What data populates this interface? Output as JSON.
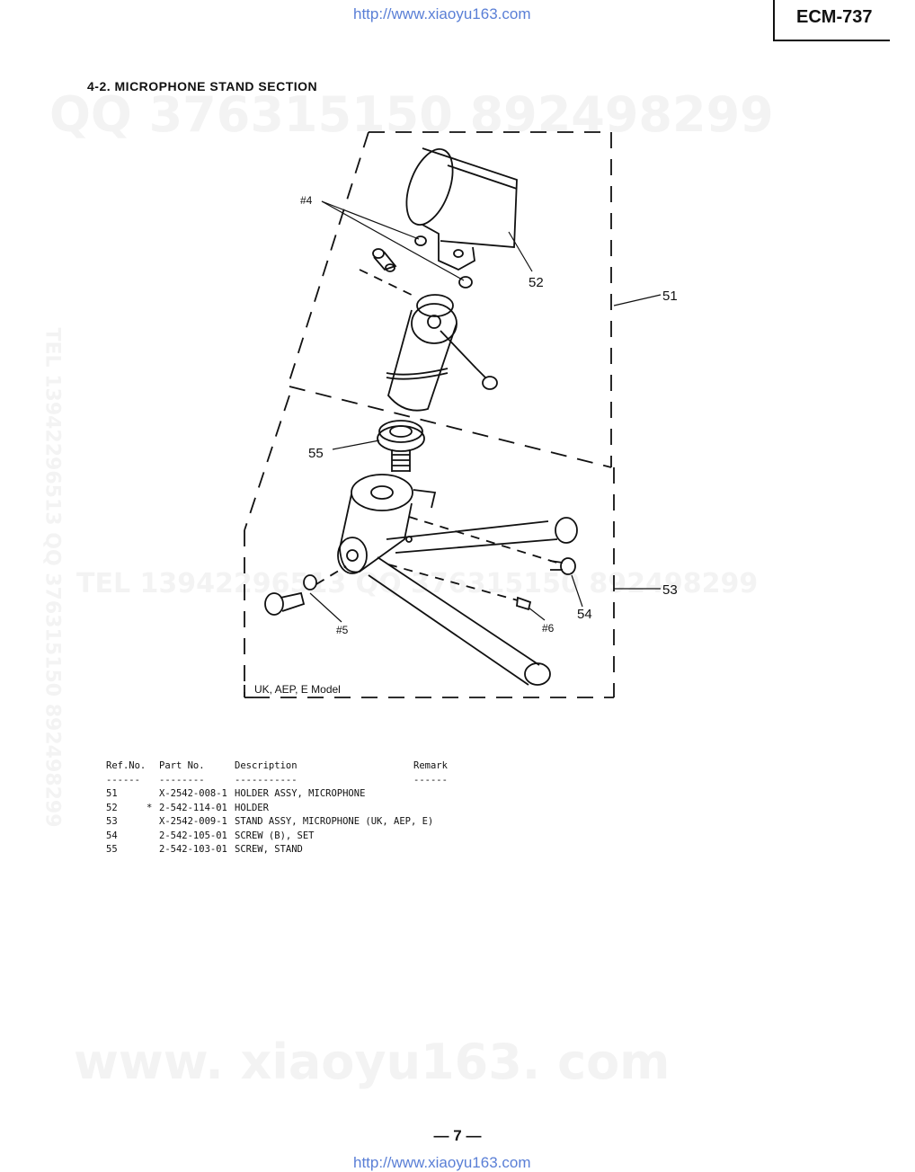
{
  "header": {
    "url_top": "http://www.xiaoyu163.com",
    "model": "ECM-737"
  },
  "watermarks": {
    "qq": "QQ 376315150   892498299",
    "tel_mid": "TEL  13942296513   QQ  376315150  892498299",
    "side": "TEL 13942296513  QQ 376315150  892498299",
    "site": "www. xiaoyu163. com"
  },
  "section": {
    "title": "4-2. MICROPHONE STAND SECTION"
  },
  "diagram": {
    "labels": {
      "hash4": "#4",
      "hash5": "#5",
      "hash6": "#6",
      "n51": "51",
      "n52": "52",
      "n53": "53",
      "n54": "54",
      "n55": "55",
      "model_note": "UK, AEP, E Model"
    }
  },
  "parts_table": {
    "headers": {
      "ref": "Ref.No.",
      "part": "Part No.",
      "desc": "Description",
      "remark": "Remark"
    },
    "underlines": {
      "ref": "------",
      "part": "--------",
      "desc": "-----------",
      "remark": "------"
    },
    "rows": [
      {
        "ref": "51",
        "mark": "",
        "part": "X-2542-008-1",
        "desc": "HOLDER ASSY, MICROPHONE"
      },
      {
        "ref": "52",
        "mark": "*",
        "part": "2-542-114-01",
        "desc": "HOLDER"
      },
      {
        "ref": "53",
        "mark": "",
        "part": "X-2542-009-1",
        "desc": "STAND ASSY, MICROPHONE (UK, AEP, E)"
      },
      {
        "ref": "54",
        "mark": "",
        "part": "2-542-105-01",
        "desc": "SCREW (B), SET"
      },
      {
        "ref": "55",
        "mark": "",
        "part": "2-542-103-01",
        "desc": "SCREW, STAND"
      }
    ]
  },
  "footer": {
    "page_number": "— 7 —",
    "url_bottom": "http://www.xiaoyu163.com"
  }
}
